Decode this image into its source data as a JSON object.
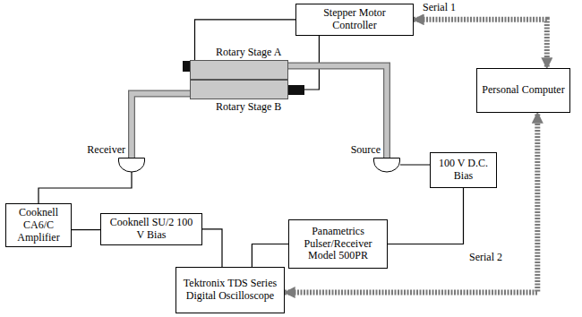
{
  "diagram": {
    "nodes": [
      {
        "text": [
          "Stepper Motor Controller"
        ]
      },
      {
        "text": [
          "Personal Computer"
        ]
      },
      {
        "text": [
          "Rotary Stage A"
        ]
      },
      {
        "text": [
          "Rotary Stage B"
        ]
      },
      {
        "text": [
          "Receiver"
        ]
      },
      {
        "text": [
          "Source"
        ]
      },
      {
        "text": [
          "100 V D.C. Bias"
        ]
      },
      {
        "text": [
          "Cooknell CA6/C Amplifier"
        ]
      },
      {
        "text": [
          "Cooknell SU/2 100 V Bias"
        ]
      },
      {
        "text": [
          "Panametrics Pulser/Receiver Model 500PR"
        ]
      },
      {
        "text": [
          "Tektronix TDS Series Digital Oscilloscope"
        ]
      }
    ],
    "edges": [
      {
        "from": 0,
        "to": 2,
        "arrow": "none"
      },
      {
        "from": 0,
        "to": 3,
        "arrow": "none"
      },
      {
        "from": 2,
        "to": 5,
        "arrow": "none"
      },
      {
        "from": 3,
        "to": 4,
        "arrow": "none"
      },
      {
        "from": 4,
        "to": 7,
        "arrow": "none"
      },
      {
        "from": 7,
        "to": 8,
        "arrow": "none"
      },
      {
        "from": 8,
        "to": 10,
        "arrow": "none"
      },
      {
        "from": 5,
        "to": 6,
        "arrow": "none"
      },
      {
        "from": 6,
        "to": 9,
        "arrow": "none"
      },
      {
        "from": 9,
        "to": 10,
        "arrow": "none"
      },
      {
        "from": 0,
        "to": 1,
        "label": "Serial 1",
        "arrow": "both"
      },
      {
        "from": 10,
        "to": 1,
        "label": "Serial 2",
        "arrow": "both"
      }
    ]
  }
}
